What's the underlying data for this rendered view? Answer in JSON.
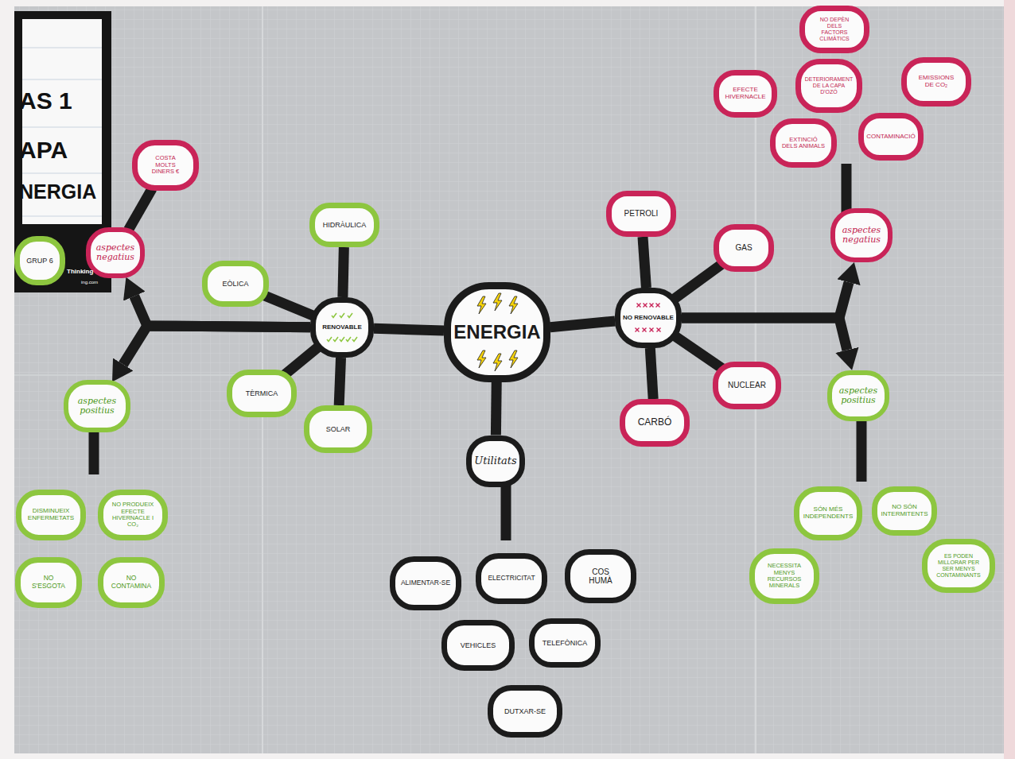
{
  "diagram": {
    "nodes": [
      {
        "text": [
          "ENERGIA"
        ]
      },
      {
        "text": [
          "RENOVABLE"
        ]
      },
      {
        "text": [
          "HIDRÀULICA"
        ]
      },
      {
        "text": [
          "EÒLICA"
        ]
      },
      {
        "text": [
          "TÈRMICA"
        ]
      },
      {
        "text": [
          "SOLAR"
        ]
      },
      {
        "text": [
          "aspectes negatius"
        ]
      },
      {
        "text": [
          "COSTA MOLTS DINERS €"
        ]
      },
      {
        "text": [
          "aspectes positius"
        ]
      },
      {
        "text": [
          "DISMINUEIX ENFERMETATS"
        ]
      },
      {
        "text": [
          "NO PRODUEIX EFECTE HIVERNACLE I CO₂"
        ]
      },
      {
        "text": [
          "NO S'ESGOTA"
        ]
      },
      {
        "text": [
          "NO CONTAMINA"
        ]
      },
      {
        "text": [
          "NO RENOVABLE"
        ]
      },
      {
        "text": [
          "PETROLI"
        ]
      },
      {
        "text": [
          "GAS"
        ]
      },
      {
        "text": [
          "NUCLEAR"
        ]
      },
      {
        "text": [
          "CARBÓ"
        ]
      },
      {
        "text": [
          "aspectes negatius"
        ]
      },
      {
        "text": [
          "NO DEPÈN DELS FACTORS CLIMÀTICS"
        ]
      },
      {
        "text": [
          "EFECTE HIVERNACLE"
        ]
      },
      {
        "text": [
          "DETERIORAMENT DE LA CAPA D'OZÓ"
        ]
      },
      {
        "text": [
          "EMISSIONS DE CO₂"
        ]
      },
      {
        "text": [
          "EXTINCIÓ DELS ANIMALS"
        ]
      },
      {
        "text": [
          "CONTAMINACIÓ"
        ]
      },
      {
        "text": [
          "aspectes positius"
        ]
      },
      {
        "text": [
          "SÓN MÉS INDEPENDENTS"
        ]
      },
      {
        "text": [
          "NO SÓN INTERMITENTS"
        ]
      },
      {
        "text": [
          "NECESSITA MENYS RECURSOS MINERALS"
        ]
      },
      {
        "text": [
          "ES PODEN MILLORAR PER SER MENYS CONTAMINANTS"
        ]
      },
      {
        "text": [
          "Utilitats"
        ]
      },
      {
        "text": [
          "ALIMENTAR-SE"
        ]
      },
      {
        "text": [
          "ELECTRICITAT"
        ]
      },
      {
        "text": [
          "COS HUMÀ"
        ]
      },
      {
        "text": [
          "VEHICLES"
        ]
      },
      {
        "text": [
          "TELEFÒNICA"
        ]
      },
      {
        "text": [
          "DUTXAR-SE"
        ]
      },
      {
        "text": [
          "GRUP 6"
        ]
      }
    ],
    "edges": [
      {
        "from": 0,
        "to": 1,
        "arrow": "none"
      },
      {
        "from": 0,
        "to": 13,
        "arrow": "none"
      },
      {
        "from": 0,
        "to": 30,
        "arrow": "none"
      },
      {
        "from": 1,
        "to": 2,
        "arrow": "none"
      },
      {
        "from": 1,
        "to": 3,
        "arrow": "none"
      },
      {
        "from": 1,
        "to": 4,
        "arrow": "none"
      },
      {
        "from": 1,
        "to": 5,
        "arrow": "none"
      },
      {
        "from": 1,
        "to": 6,
        "arrow": "to"
      },
      {
        "from": 1,
        "to": 8,
        "arrow": "to"
      },
      {
        "from": 6,
        "to": 7,
        "arrow": "none"
      },
      {
        "from": 13,
        "to": 14,
        "arrow": "none"
      },
      {
        "from": 13,
        "to": 15,
        "arrow": "none"
      },
      {
        "from": 13,
        "to": 16,
        "arrow": "none"
      },
      {
        "from": 13,
        "to": 17,
        "arrow": "none"
      },
      {
        "from": 13,
        "to": 18,
        "arrow": "to"
      },
      {
        "from": 13,
        "to": 25,
        "arrow": "to"
      }
    ],
    "labels": [
      "AS 1",
      "APA",
      "NERGIA",
      "Thinking",
      "ing.com"
    ]
  }
}
